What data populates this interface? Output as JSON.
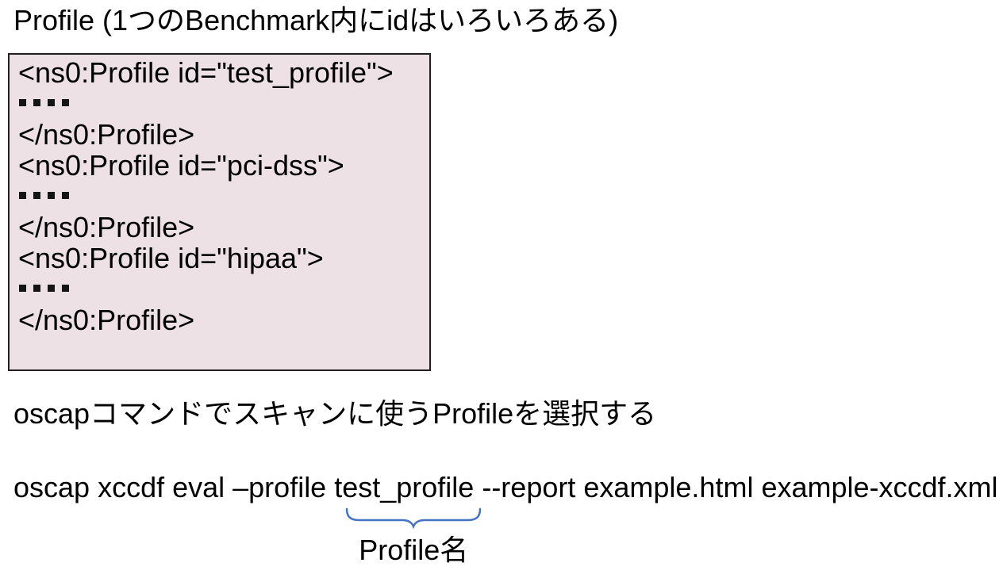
{
  "title": "Profile (1つのBenchmark内にidはいろいろある)",
  "codebox": {
    "lines": [
      {
        "type": "code",
        "text": "<ns0:Profile id=\"test_profile\">"
      },
      {
        "type": "dots",
        "text": "...."
      },
      {
        "type": "code",
        "text": "</ns0:Profile>"
      },
      {
        "type": "code",
        "text": "<ns0:Profile id=\"pci-dss\">"
      },
      {
        "type": "dots",
        "text": "...."
      },
      {
        "type": "code",
        "text": "</ns0:Profile>"
      },
      {
        "type": "code",
        "text": "<ns0:Profile id=\"hipaa\">"
      },
      {
        "type": "dots",
        "text": "...."
      },
      {
        "type": "code",
        "text": "</ns0:Profile>"
      }
    ],
    "background": "#ede1e6",
    "border_color": "#202020"
  },
  "description": "oscapコマンドでスキャンに使うProfileを選択する",
  "command": {
    "prefix": "oscap xccdf eval –profile ",
    "highlight": "test_profile",
    "suffix": " --report example.html example-xccdf.xml",
    "full": "oscap xccdf eval –profile test_profile --report example.html example-xccdf.xml"
  },
  "annotation": {
    "label": "Profile名",
    "brace_color": "#4472c4"
  },
  "colors": {
    "text": "#000000",
    "background": "#ffffff"
  }
}
